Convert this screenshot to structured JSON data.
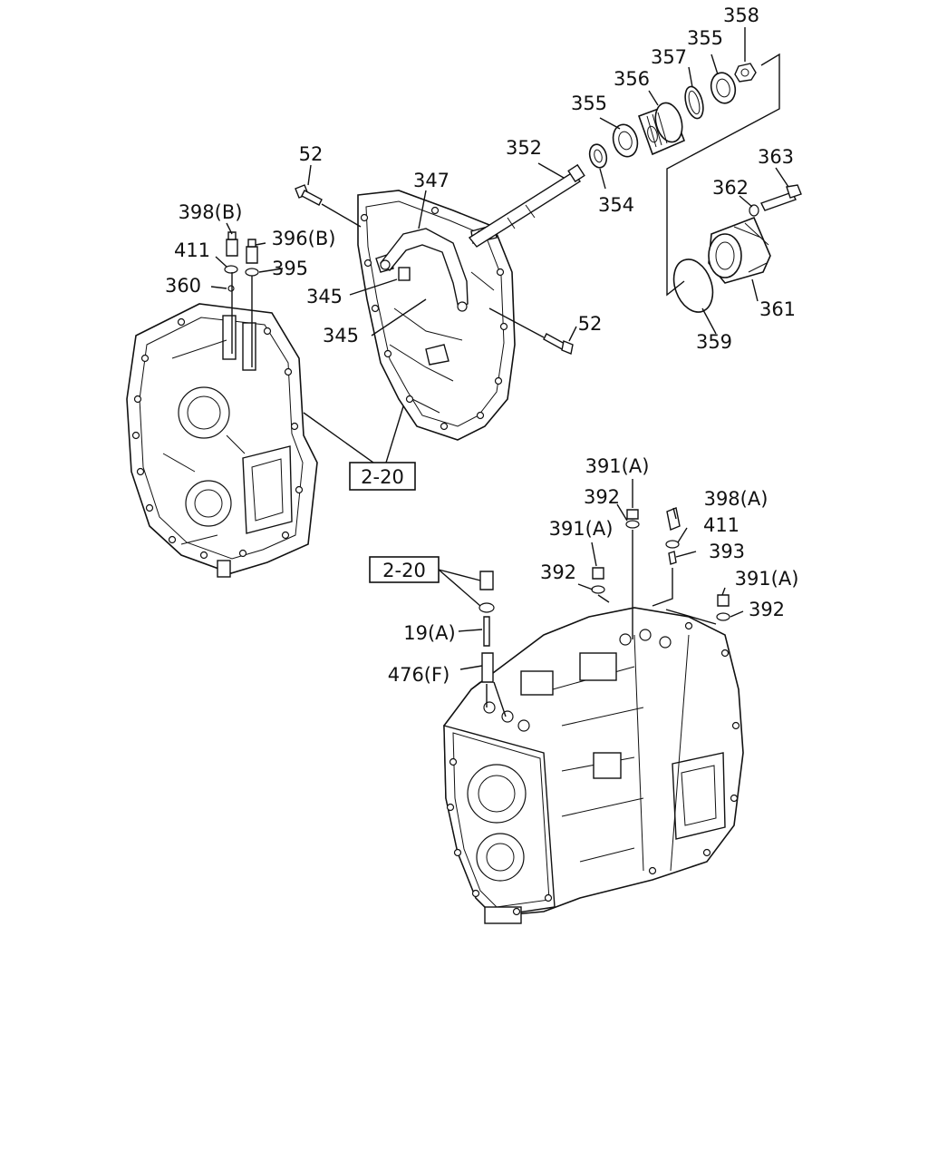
{
  "callouts": [
    {
      "id": "c358",
      "text": "358"
    },
    {
      "id": "c355a",
      "text": "355"
    },
    {
      "id": "c357",
      "text": "357"
    },
    {
      "id": "c356",
      "text": "356"
    },
    {
      "id": "c355b",
      "text": "355"
    },
    {
      "id": "c352",
      "text": "352"
    },
    {
      "id": "c354",
      "text": "354"
    },
    {
      "id": "c363",
      "text": "363"
    },
    {
      "id": "c362",
      "text": "362"
    },
    {
      "id": "c361",
      "text": "361"
    },
    {
      "id": "c359",
      "text": "359"
    },
    {
      "id": "c52a",
      "text": "52"
    },
    {
      "id": "c347",
      "text": "347"
    },
    {
      "id": "c398b",
      "text": "398(B)"
    },
    {
      "id": "c411a",
      "text": "411"
    },
    {
      "id": "c396b",
      "text": "396(B)"
    },
    {
      "id": "c395",
      "text": "395"
    },
    {
      "id": "c360",
      "text": "360"
    },
    {
      "id": "c345a",
      "text": "345"
    },
    {
      "id": "c345b",
      "text": "345"
    },
    {
      "id": "c52b",
      "text": "52"
    },
    {
      "id": "c391a1",
      "text": "391(A)"
    },
    {
      "id": "c392a",
      "text": "392"
    },
    {
      "id": "c398a",
      "text": "398(A)"
    },
    {
      "id": "c391a2",
      "text": "391(A)"
    },
    {
      "id": "c411b",
      "text": "411"
    },
    {
      "id": "c393",
      "text": "393"
    },
    {
      "id": "c392b",
      "text": "392"
    },
    {
      "id": "c391a3",
      "text": "391(A)"
    },
    {
      "id": "c392c",
      "text": "392"
    },
    {
      "id": "c19a",
      "text": "19(A)"
    },
    {
      "id": "c476f",
      "text": "476(F)"
    }
  ],
  "references": [
    {
      "id": "ref1",
      "text": "2-20"
    },
    {
      "id": "ref2",
      "text": "2-20"
    }
  ]
}
